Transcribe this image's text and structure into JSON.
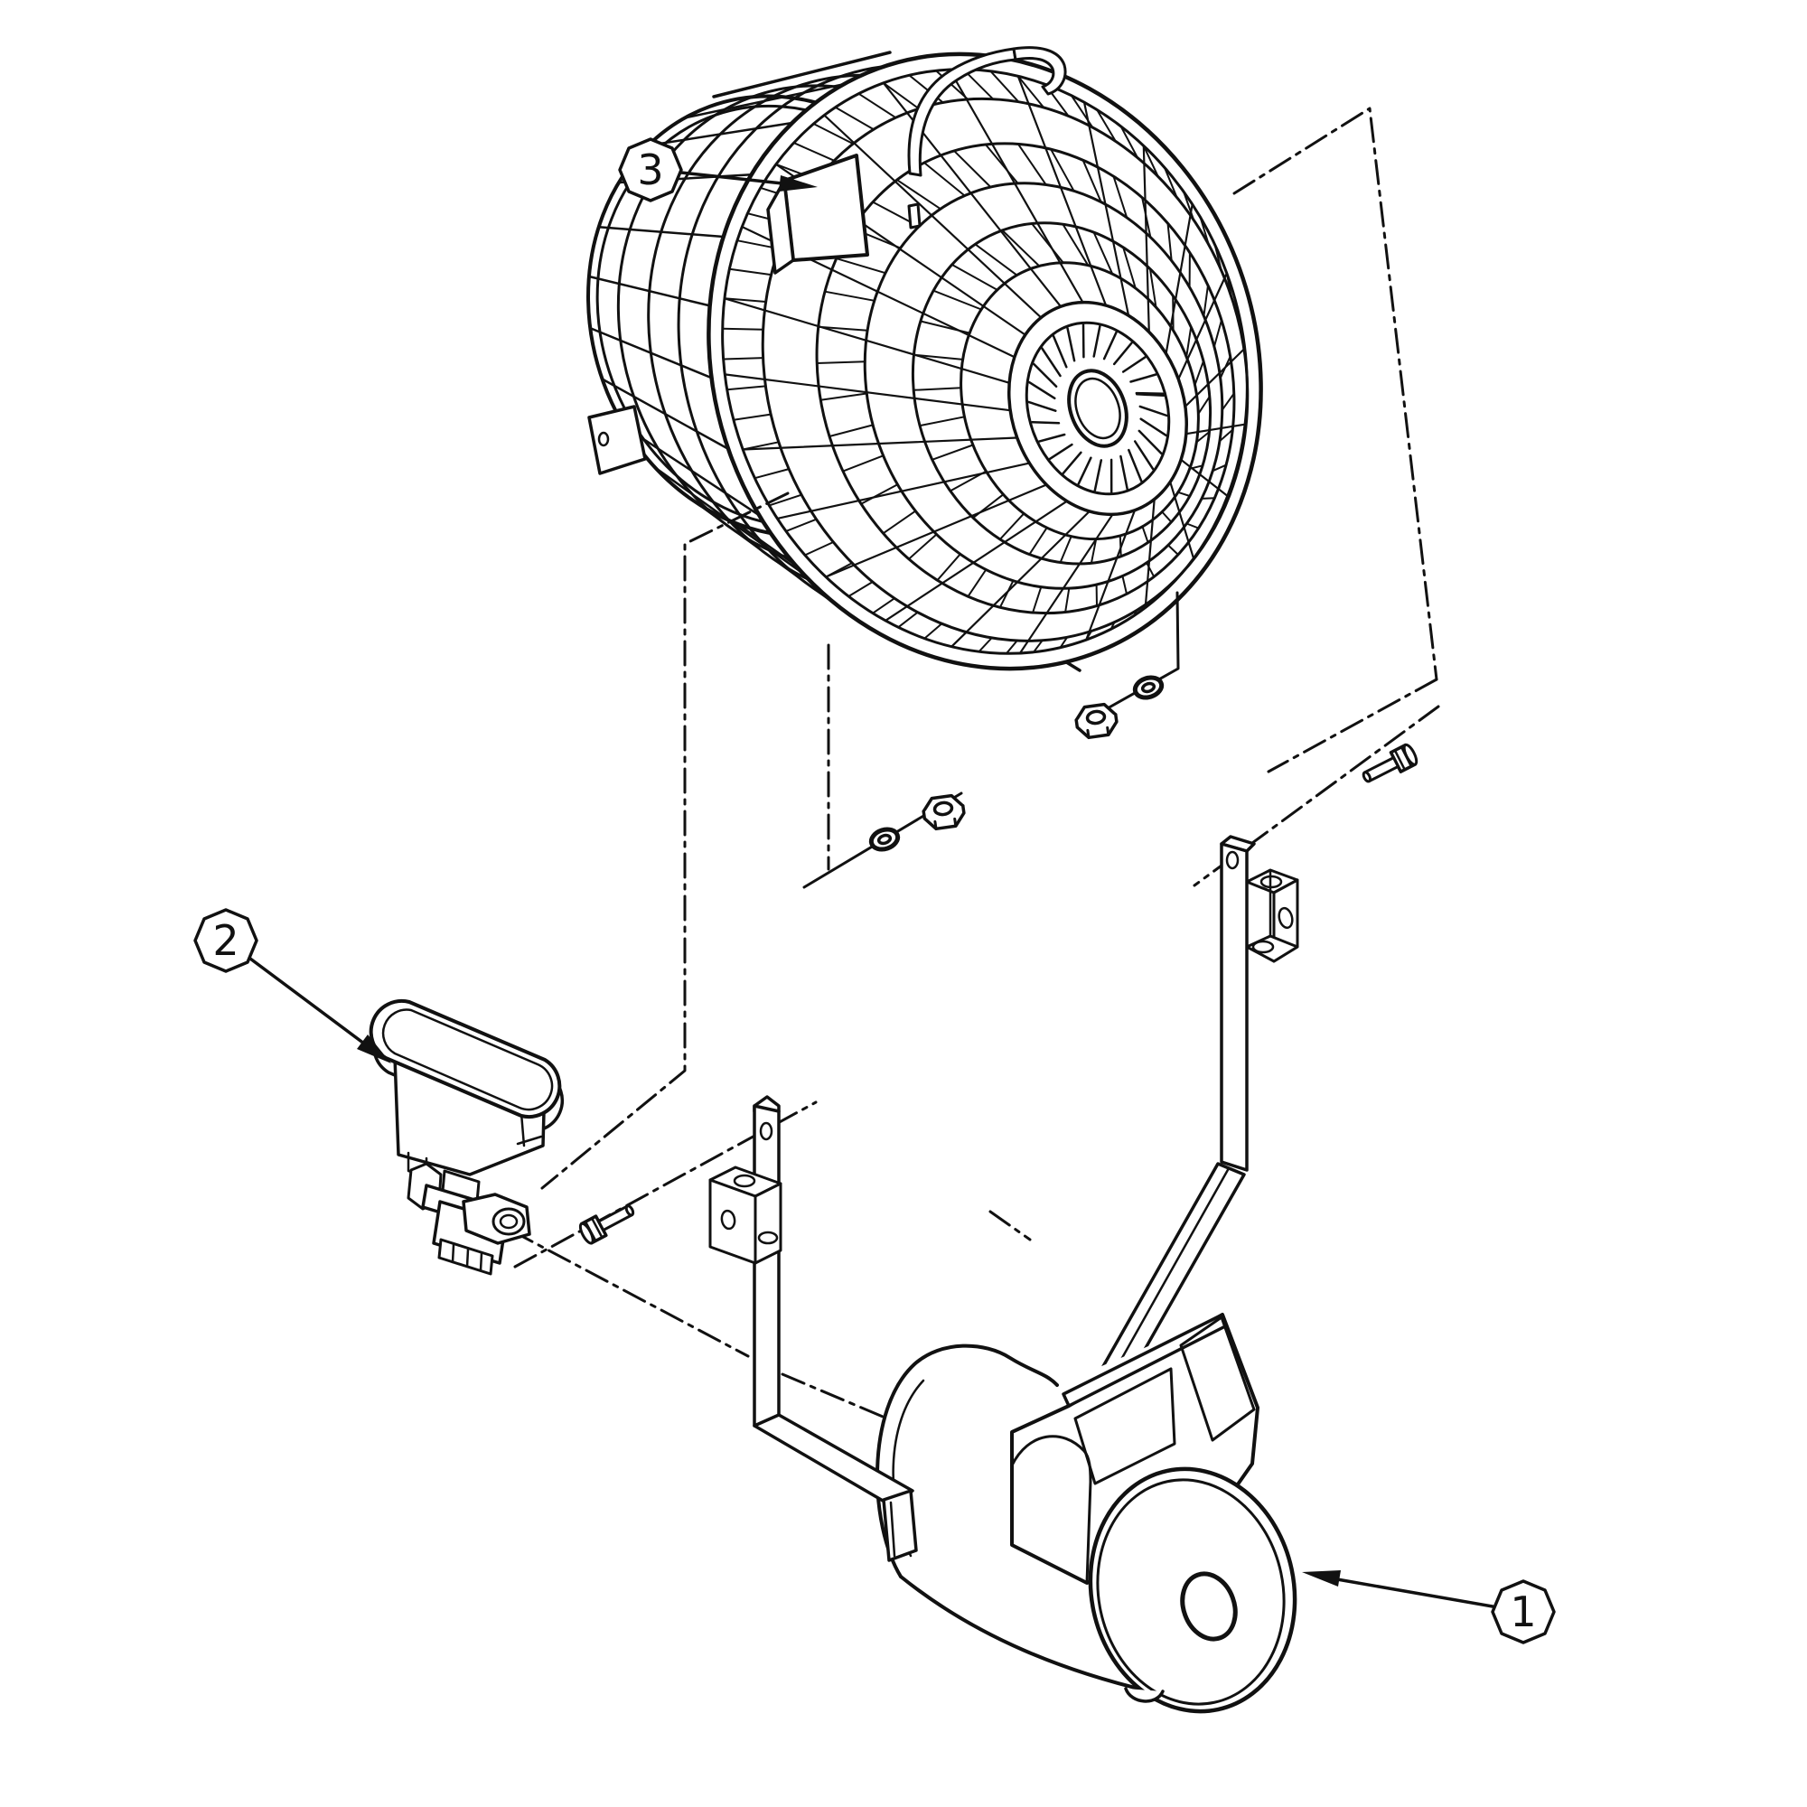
{
  "doc_type": "exploded-parts-diagram",
  "colors": {
    "background": "#ffffff",
    "line": "#111111"
  },
  "callouts": [
    {
      "label": "1",
      "part": "pump-motor-assembly"
    },
    {
      "label": "2",
      "part": "solenoid-valve"
    },
    {
      "label": "3",
      "part": "fan-head-assembly"
    }
  ],
  "parts": [
    {
      "name": "fan-head-assembly",
      "callout": "3"
    },
    {
      "name": "solenoid-valve",
      "callout": "2"
    },
    {
      "name": "pump-motor-assembly",
      "callout": "1"
    },
    {
      "name": "left-mounting-bracket"
    },
    {
      "name": "right-mounting-strap"
    },
    {
      "name": "hex-nut",
      "quantity_visible": 2
    },
    {
      "name": "lock-washer",
      "quantity_visible": 2
    },
    {
      "name": "hex-bolt",
      "quantity_visible": 2
    }
  ]
}
